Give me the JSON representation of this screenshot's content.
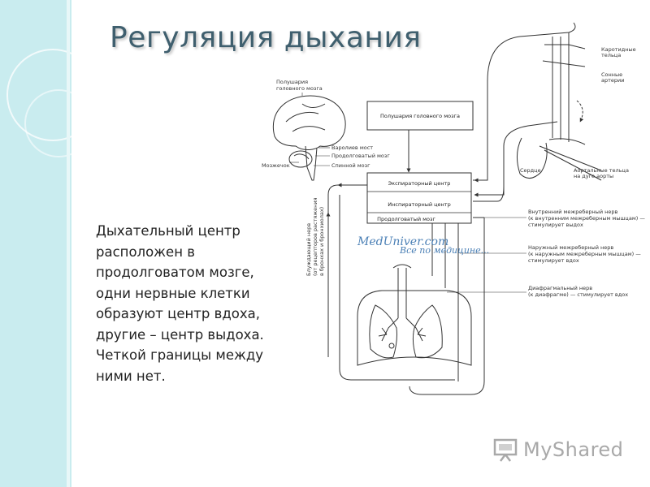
{
  "slide": {
    "title": "Регуляция дыхания",
    "body_lines": [
      "Дыхательный центр",
      "расположен в",
      "продолговатом мозге,",
      "одни нервные клетки",
      "образуют центр вдоха,",
      "другие – центр выдоха.",
      "Четкой границы между",
      "ними нет."
    ]
  },
  "diagram": {
    "brain_labels": {
      "hemispheres_l1": "Полушария",
      "hemispheres_l2": "головного мозга",
      "pons": "Варолиев мост",
      "medulla": "Продолговатый мозг",
      "spinal": "Спинной мозг",
      "cerebellum": "Мозжечок"
    },
    "boxes": {
      "hemispheres": "Полушария головного мозга",
      "expiratory": "Экспираторный центр",
      "inspiratory": "Инспираторный центр",
      "medulla": "Продолговатый мозг"
    },
    "vagus": {
      "l1": "Блуждающий нерв",
      "l2": "(от рецепторов растяжения",
      "l3": "в бронхах и бронхиолах)"
    },
    "right_labels": {
      "carotid_bodies_l1": "Каротидные",
      "carotid_bodies_l2": "тельца",
      "carotid_arteries_l1": "Сонные",
      "carotid_arteries_l2": "артерии",
      "heart": "Сердце",
      "aortic_l1": "Аортальные тельца",
      "aortic_l2": "на дуге аорты",
      "internal_l1": "Внутренний межреберный нерв",
      "internal_l2": "(к внутренним межреберным мышцам) —",
      "internal_l3": "стимулирует выдох",
      "external_l1": "Наружный межреберный нерв",
      "external_l2": "(к наружным межреберным мышцам) —",
      "external_l3": "стимулирует вдох",
      "phrenic_l1": "Диафрагмальный нерв",
      "phrenic_l2": "(к диафрагме) — стимулирует вдох"
    },
    "watermark": {
      "site": "MedUniver.com",
      "tagline": "Все по медицине..."
    }
  },
  "logo": {
    "text": "MyShared",
    "icon": "projector-screen-icon"
  },
  "colors": {
    "band": "#c9ecef",
    "title": "#3f5f6e",
    "line": "#333333",
    "watermark": "#4a7fb5",
    "logo": "#a9a9a9"
  }
}
